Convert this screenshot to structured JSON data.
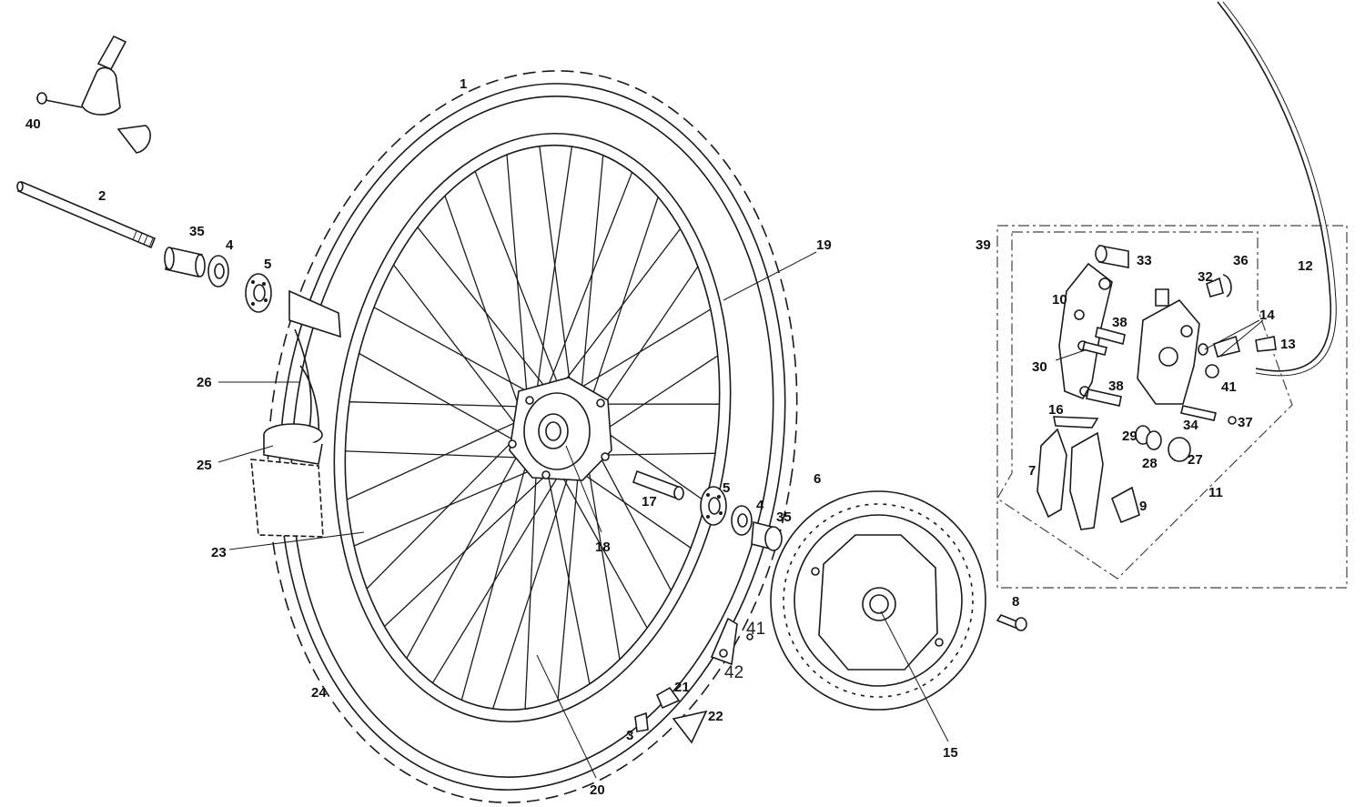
{
  "diagram": {
    "labels": {
      "p1": "1",
      "p2": "2",
      "p3": "3",
      "p4a": "4",
      "p4b": "4",
      "p5a": "5",
      "p5b": "5",
      "p6": "6",
      "p7": "7",
      "p8": "8",
      "p9": "9",
      "p10": "10",
      "p11": "11",
      "p12": "12",
      "p13": "13",
      "p14": "14",
      "p15": "15",
      "p16": "16",
      "p17": "17",
      "p18": "18",
      "p19": "19",
      "p20": "20",
      "p21": "21",
      "p22": "22",
      "p23": "23",
      "p24": "24",
      "p25": "25",
      "p26": "26",
      "p27": "27",
      "p28": "28",
      "p29": "29",
      "p30": "30",
      "p32": "32",
      "p33": "33",
      "p34": "34",
      "p35a": "35",
      "p35b": "35",
      "p36": "36",
      "p37": "37",
      "p38a": "38",
      "p38b": "38",
      "p39": "39",
      "p40": "40",
      "p41a": "41",
      "p41b": "41",
      "p42": "42"
    }
  }
}
